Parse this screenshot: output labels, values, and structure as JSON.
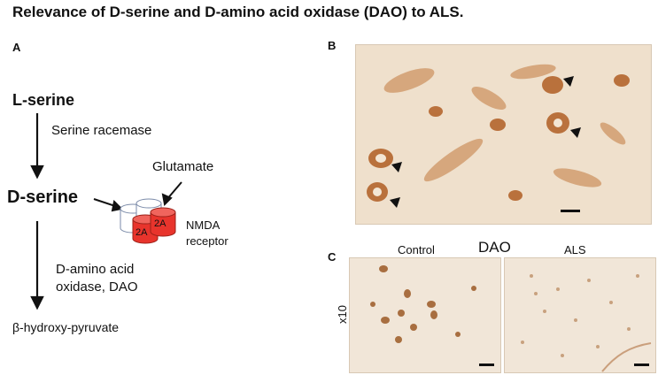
{
  "title": "Relevance of D-serine and D-amino acid oxidase (DAO) to ALS.",
  "panels": {
    "a": "A",
    "b": "B",
    "c": "C"
  },
  "pathway": {
    "start": "L-serine",
    "enzyme1": "Serine racemase",
    "middle": "D-serine",
    "enzyme2_line1": "D-amino acid",
    "enzyme2_line2": "oxidase, DAO",
    "end": "β-hydroxy-pyruvate"
  },
  "receptor": {
    "ligand": "Glutamate",
    "subunit_left": "2A",
    "subunit_right": "2A",
    "name_line1": "NMDA",
    "name_line2": "receptor"
  },
  "panel_c": {
    "stain": "DAO",
    "left_label": "Control",
    "right_label": "ALS",
    "magnification": "x10"
  },
  "colors": {
    "tissue_bg": "#efe0cc",
    "cell_stain": "#b86a2e",
    "receptor_red": "#e8342c",
    "receptor_outline": "#7a8aa8"
  }
}
